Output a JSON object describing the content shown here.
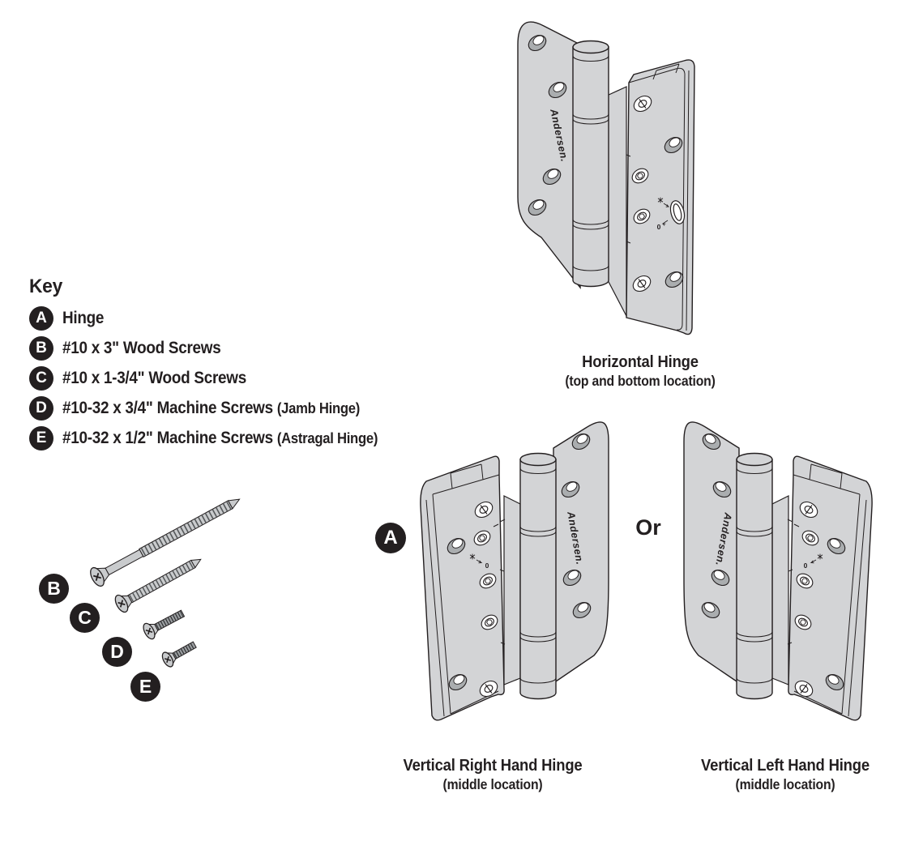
{
  "diagram": {
    "key": {
      "title": "Key",
      "items": [
        {
          "letter": "A",
          "text": "Hinge",
          "note": ""
        },
        {
          "letter": "B",
          "text": "#10 x 3\" Wood Screws",
          "note": ""
        },
        {
          "letter": "C",
          "text": "#10 x 1-3/4\" Wood Screws",
          "note": ""
        },
        {
          "letter": "D",
          "text": "#10-32 x 3/4\" Machine Screws",
          "note": "(Jamb Hinge)"
        },
        {
          "letter": "E",
          "text": "#10-32 x 1/2\" Machine Screws",
          "note": "(Astragal Hinge)"
        }
      ]
    },
    "hinge_callout": "A",
    "screw_callouts": [
      "B",
      "C",
      "D",
      "E"
    ],
    "or_label": "Or",
    "brand_text": "Andersen.",
    "adjustment_zero_label": "0",
    "captions": [
      {
        "title": "Horizontal Hinge",
        "subtitle": "(top and bottom location)"
      },
      {
        "title": "Vertical Right Hand Hinge",
        "subtitle": "(middle location)"
      },
      {
        "title": "Vertical Left Hand Hinge",
        "subtitle": "(middle location)"
      }
    ],
    "colors": {
      "metal": "#d3d4d6",
      "metal_shadow": "#aaadaf",
      "line": "#231f20",
      "badge_bg": "#231f20",
      "badge_text": "#ffffff",
      "background": "#ffffff"
    }
  }
}
